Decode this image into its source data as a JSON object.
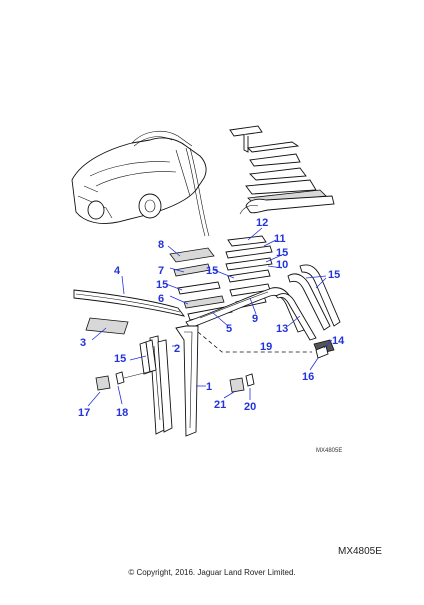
{
  "diagram": {
    "callouts": [
      "1",
      "2",
      "3",
      "4",
      "5",
      "6",
      "7",
      "8",
      "9",
      "10",
      "11",
      "12",
      "13",
      "14",
      "15",
      "15",
      "15",
      "15",
      "15",
      "16",
      "17",
      "18",
      "19",
      "20",
      "21"
    ],
    "ref_code_small": "MX4805E",
    "ref_code": "MX4805E",
    "copyright": "© Copyright, 2016. Jaguar Land Rover Limited."
  }
}
